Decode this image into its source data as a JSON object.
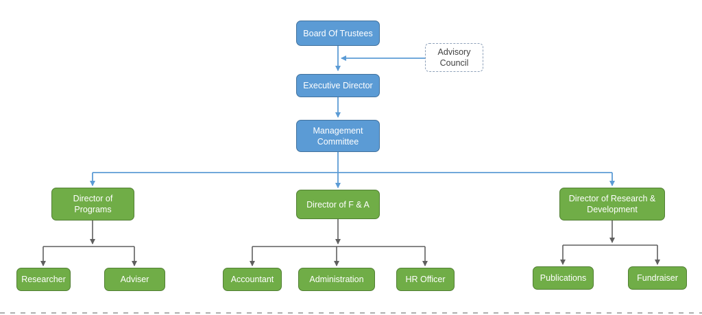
{
  "colors": {
    "canvas-bg": "#ffffff",
    "node-blue": "#5b9bd5",
    "node-blue-border": "#41719c",
    "node-green": "#70ad47",
    "node-green-border": "#507e32",
    "node-text": "#ffffff",
    "connector-blue": "#5b9bd5",
    "connector-gray": "#5f5f5f",
    "advisory-bg": "#ffffff",
    "advisory-border": "#8c9fb8",
    "advisory-text": "#404040",
    "boundary-dash": "#adadad"
  },
  "nodes": {
    "board_of_trustees": {
      "label": "Board Of Trustees"
    },
    "advisory_council": {
      "label": "Advisory Council"
    },
    "executive_director": {
      "label": "Executive Director"
    },
    "management_committee": {
      "label": "Management Committee"
    },
    "director_of_programs": {
      "label": "Director of Programs"
    },
    "director_of_f_a": {
      "label": "Director of F & A"
    },
    "director_of_research_development": {
      "label": "Director of Research & Development"
    },
    "researcher": {
      "label": "Researcher"
    },
    "adviser": {
      "label": "Adviser"
    },
    "accountant": {
      "label": "Accountant"
    },
    "administration": {
      "label": "Administration"
    },
    "hr_officer": {
      "label": "HR Officer"
    },
    "publications": {
      "label": "Publications"
    },
    "fundraiser": {
      "label": "Fundraiser"
    }
  },
  "edges": [
    {
      "from": "Board Of Trustees",
      "to": "Executive Director",
      "type": "solid"
    },
    {
      "from": "Advisory Council",
      "to": "Executive Director",
      "type": "advisory"
    },
    {
      "from": "Executive Director",
      "to": "Management Committee",
      "type": "solid"
    },
    {
      "from": "Management Committee",
      "to": "Director of Programs",
      "type": "solid"
    },
    {
      "from": "Management Committee",
      "to": "Director of F & A",
      "type": "solid"
    },
    {
      "from": "Management Committee",
      "to": "Director of Research & Development",
      "type": "solid"
    },
    {
      "from": "Director of Programs",
      "to": "Researcher",
      "type": "solid"
    },
    {
      "from": "Director of Programs",
      "to": "Adviser",
      "type": "solid"
    },
    {
      "from": "Director of F & A",
      "to": "Accountant",
      "type": "solid"
    },
    {
      "from": "Director of F & A",
      "to": "Administration",
      "type": "solid"
    },
    {
      "from": "Director of F & A",
      "to": "HR Officer",
      "type": "solid"
    },
    {
      "from": "Director of Research & Development",
      "to": "Publications",
      "type": "solid"
    },
    {
      "from": "Director of Research & Development",
      "to": "Fundraiser",
      "type": "solid"
    }
  ]
}
